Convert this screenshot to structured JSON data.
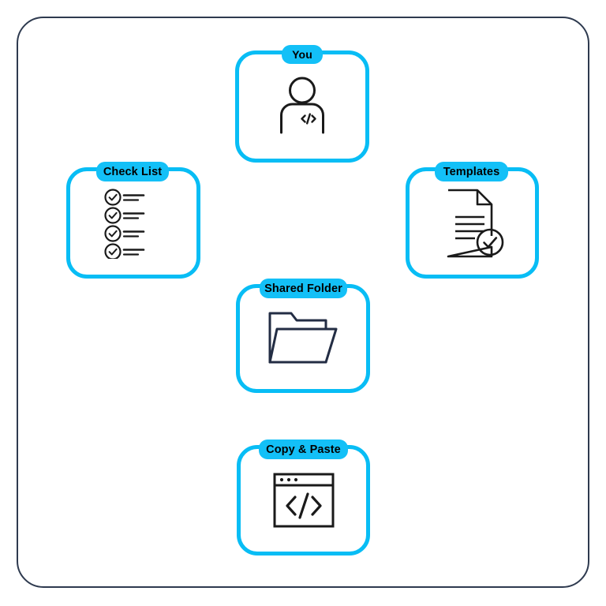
{
  "diagram": {
    "background_color": "#ffffff",
    "frame_color": "#2e3a4f",
    "accent_color": "#08bdf5",
    "badge_color": "#13c0f7",
    "badge_text_color": "#000000",
    "icon_color": "#1a1a1a",
    "folder_icon_color": "#232d44"
  },
  "cards": [
    {
      "id": "you",
      "label": "You",
      "icon": "person-code-icon"
    },
    {
      "id": "checklist",
      "label": "Check List",
      "icon": "checklist-icon"
    },
    {
      "id": "templates",
      "label": "Templates",
      "icon": "document-check-icon"
    },
    {
      "id": "folder",
      "label": "Shared Folder",
      "icon": "open-folder-icon"
    },
    {
      "id": "copypaste",
      "label": "Copy & Paste",
      "icon": "browser-code-icon"
    }
  ]
}
